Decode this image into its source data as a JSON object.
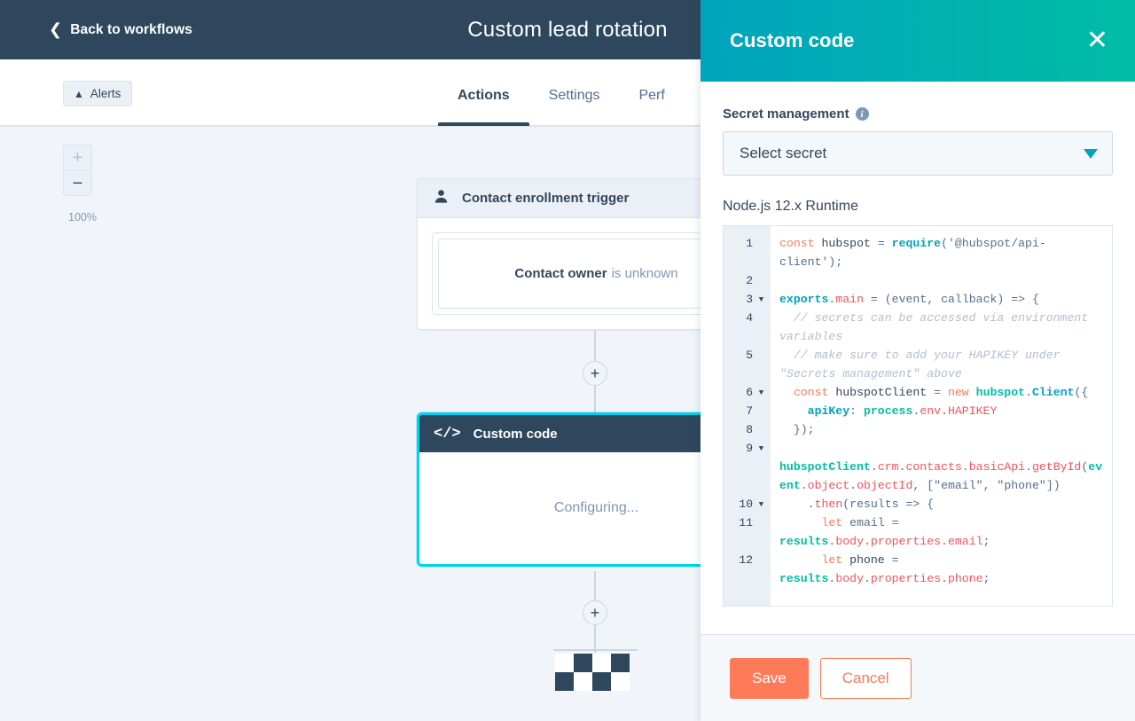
{
  "topbar": {
    "back_label": "Back to workflows",
    "back_icon": "chevron-left-icon",
    "workflow_title": "Custom lead rotation"
  },
  "subbar": {
    "alerts_label": "Alerts",
    "alerts_icon": "warning-triangle-icon",
    "tabs": [
      {
        "label": "Actions",
        "active": true
      },
      {
        "label": "Settings",
        "active": false
      },
      {
        "label": "Perf",
        "active": false
      }
    ]
  },
  "canvas": {
    "zoom_in_icon": "plus-icon",
    "zoom_out_icon": "minus-icon",
    "zoom_level": "100%",
    "trigger_node": {
      "icon": "contact-person-icon",
      "title": "Contact enrollment trigger",
      "criteria_bold": "Contact owner",
      "criteria_rest": "is unknown"
    },
    "add_step_icon": "plus-circle-icon",
    "code_node": {
      "icon": "code-brackets-icon",
      "title": "Custom code",
      "status": "Configuring..."
    },
    "end_icon": "checkered-flag-icon"
  },
  "panel": {
    "title": "Custom code",
    "close_icon": "close-x-icon",
    "header_gradient_from": "#00a4bd",
    "header_gradient_to": "#00bda5",
    "secret_label": "Secret management",
    "secret_info_icon": "info-icon",
    "secret_select_value": "Select secret",
    "secret_select_caret_icon": "chevron-down-icon",
    "runtime_label": "Node.js 12.x Runtime",
    "editor": {
      "gutter": [
        {
          "num": "1",
          "fold": false
        },
        {
          "num": "2",
          "fold": false
        },
        {
          "num": "3",
          "fold": true
        },
        {
          "num": "4",
          "fold": false
        },
        {
          "num": "5",
          "fold": false
        },
        {
          "num": "6",
          "fold": true
        },
        {
          "num": "7",
          "fold": false
        },
        {
          "num": "8",
          "fold": false
        },
        {
          "num": "9",
          "fold": true
        },
        {
          "num": "10",
          "fold": true
        },
        {
          "num": "11",
          "fold": false
        },
        {
          "num": "12",
          "fold": false
        }
      ],
      "lines": [
        "const hubspot = require('@hubspot/api-client');",
        "",
        "exports.main = (event, callback) => {",
        "  // secrets can be accessed via environment variables",
        "  // make sure to add your HAPIKEY under \"Secrets management\" above",
        "  const hubspotClient = new hubspot.Client({",
        "    apiKey: process.env.HAPIKEY",
        "  });",
        "  hubspotClient.crm.contacts.basicApi.getById(event.object.objectId, [\"email\", \"phone\"])",
        "    .then(results => {",
        "      let email = results.body.properties.email;",
        "      let phone = results.body.properties.phone;"
      ]
    },
    "save_label": "Save",
    "cancel_label": "Cancel",
    "accent_orange": "#ff7a59"
  }
}
